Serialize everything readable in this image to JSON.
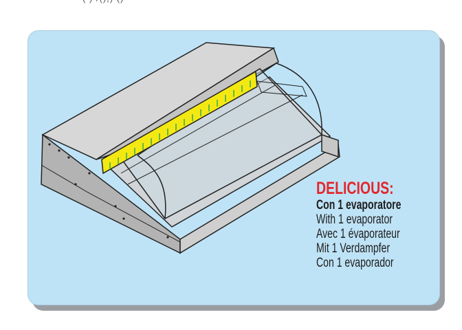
{
  "top_fragment": "( ) /(),) ()",
  "model": {
    "name": "DELICIOUS:",
    "lines": [
      "Con 1 evaporatore",
      "With 1 evaporator",
      "Avec 1 évaporateur",
      "Mit 1 Verdampfer",
      "Con 1 evaporador"
    ]
  },
  "colors": {
    "panel_background": "#bfe3f6",
    "title_red": "#e4262c",
    "evaporator_yellow": "#f4e813",
    "evaporator_green": "#3fae49",
    "steel_gray": "#bfbfbf"
  }
}
